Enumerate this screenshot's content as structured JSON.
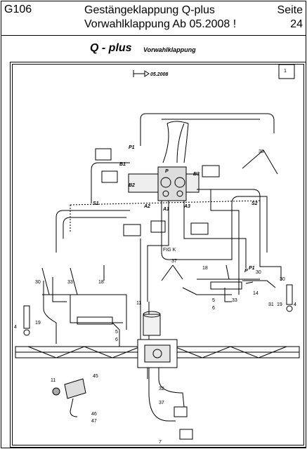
{
  "header": {
    "code": "G106",
    "title_line1": "Gestängeklappung  Q-plus",
    "title_line2": "Vorwahlklappung  Ab 05.2008 !",
    "page_label": "Seite",
    "page_number": "24"
  },
  "subtitle": {
    "main": "Q - plus",
    "small": "Vorwahlklappung"
  },
  "diagram": {
    "date_marker": "05.2008",
    "sheet_number": "1",
    "fig_label": "FIG K",
    "port_labels": [
      "P1",
      "P",
      "B1",
      "B2",
      "B3",
      "S1",
      "S2",
      "A1",
      "A2",
      "A3",
      "P1",
      "P"
    ],
    "part_numbers": [
      "38",
      "18",
      "37",
      "30",
      "33",
      "5",
      "6",
      "11",
      "18",
      "5",
      "6",
      "33",
      "30",
      "14",
      "31",
      "19",
      "4",
      "30",
      "4",
      "19",
      "45",
      "11",
      "46",
      "47",
      "32",
      "37",
      "7"
    ]
  }
}
